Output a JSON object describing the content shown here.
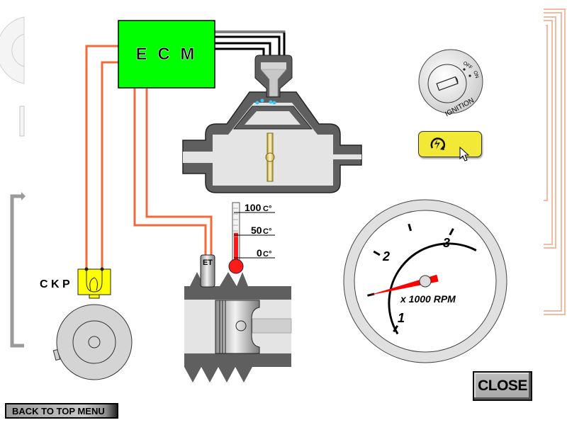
{
  "ecm": {
    "label": "E C M",
    "color": "#00ff00"
  },
  "ckp": {
    "label": "C K P"
  },
  "et_sensor": {
    "label": "ET"
  },
  "thermometer": {
    "scale": [
      {
        "label": "100",
        "unit": "C°"
      },
      {
        "label": "50",
        "unit": "C°"
      },
      {
        "label": "0",
        "unit": "C°"
      }
    ],
    "reading_fraction": 0.55
  },
  "ignition": {
    "label": "IGNITION",
    "positions": [
      "OFF",
      "ON"
    ]
  },
  "start_button": {
    "icon": "engine-start-icon"
  },
  "tachometer": {
    "unit_label": "x 1000 RPM",
    "ticks": [
      "1",
      "2",
      "3"
    ],
    "needle_value": 1.5,
    "needle_color": "#ff0000"
  },
  "buttons": {
    "close": "CLOSE",
    "back": "BACK TO TOP MENU"
  },
  "colors": {
    "wire": "#f06a3a",
    "signal_wire": "#000000",
    "throttle_body": "#5f5f5f",
    "chamber": "#e4e4e4",
    "sensor_yellow": "#ffff00"
  }
}
